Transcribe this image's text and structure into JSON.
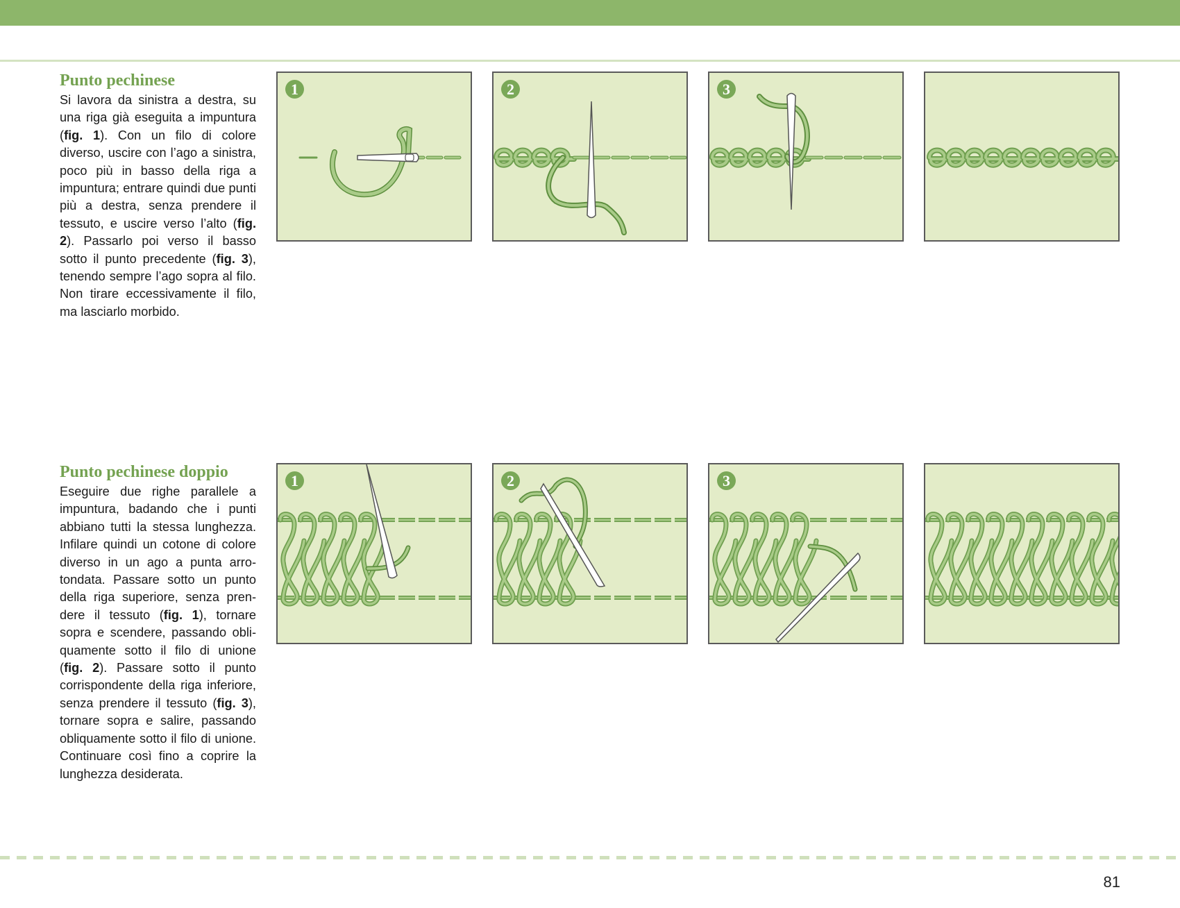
{
  "sections": [
    {
      "title": "Punto pechinese",
      "text": [
        {
          "t": "Si lavora da sinistra a destra, su una riga già eseguita a impun­tura ("
        },
        {
          "t": "fig. 1",
          "b": true
        },
        {
          "t": "). Con un filo di colore diverso, uscire con l’ago a sini­stra, poco più in basso della riga a impuntura; entrare quindi due punti più a destra, senza pren­dere il tessuto, e uscire verso l’alto ("
        },
        {
          "t": "fig. 2",
          "b": true
        },
        {
          "t": "). Passarlo poi verso il basso sotto il punto precedente ("
        },
        {
          "t": "fig. 3",
          "b": true
        },
        {
          "t": "), tenendo sempre l’ago sopra al filo. Non tirare ecces­sivamente il filo, ma lasciarlo morbido."
        }
      ],
      "figure_badges": [
        "1",
        "2",
        "3",
        ""
      ]
    },
    {
      "title": "Punto pechinese doppio",
      "text": [
        {
          "t": "Eseguire due righe parallele a impuntura, badando che i punti abbiano tutti la stessa lunghezza. Infilare quindi un cotone di colore diverso in un ago a punta arro­tondata. Passare sotto un punto della riga superiore, senza pren­dere il tessuto ("
        },
        {
          "t": "fig. 1",
          "b": true
        },
        {
          "t": "), tornare sopra e scendere, passando obli­quamente sotto il filo di unione ("
        },
        {
          "t": "fig. 2",
          "b": true
        },
        {
          "t": "). Passare sotto il punto corrispondente della riga infe­riore, senza prendere il tessuto ("
        },
        {
          "t": "fig. 3",
          "b": true
        },
        {
          "t": "), tornare sopra e salire, passando obliquamente sotto il filo di unione. Continuare così fino a coprire la lunghezza desiderata."
        }
      ],
      "figure_badges": [
        "1",
        "2",
        "3",
        ""
      ]
    }
  ],
  "page_number": "81",
  "colors": {
    "accent": "#8db66a",
    "title": "#74a251",
    "figure_bg": "#e3ecc8",
    "thread_dark": "#6f9f4f",
    "thread_light": "#a9cb88"
  },
  "icons": [
    "needle-icon",
    "thread-icon"
  ]
}
